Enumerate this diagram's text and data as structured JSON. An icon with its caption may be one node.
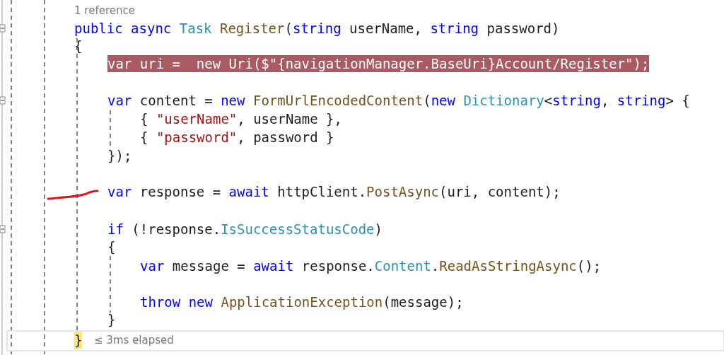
{
  "diagram": {
    "labels": [
      "1 reference",
      "public async Task Register(string userName, string password)",
      "{",
      "var uri =  new Uri($\"{navigationManager.BaseUri}Account/Register\");",
      "var content = new FormUrlEncodedContent(new Dictionary<string, string> {",
      "{ \"userName\", userName },",
      "{ \"password\", password }",
      "});",
      "var response = await httpClient.PostAsync(uri, content);",
      "if (!response.IsSuccessStatusCode)",
      "{",
      "var message = await response.Content.ReadAsStringAsync();",
      "throw new ApplicationException(message);",
      "}",
      "}",
      "≤ 3ms elapsed"
    ]
  }
}
